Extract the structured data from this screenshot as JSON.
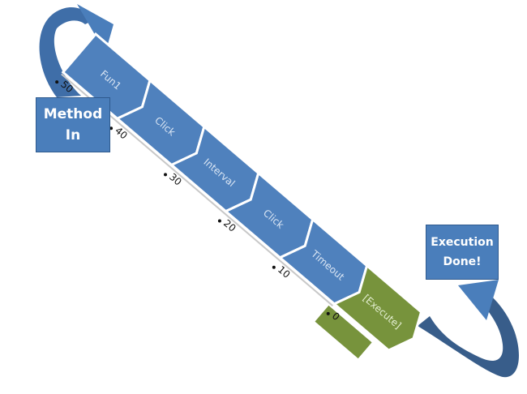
{
  "diagram": {
    "start_box": {
      "line1": "Method",
      "line2": "In"
    },
    "end_box": {
      "line1": "Execution",
      "line2": "Done!"
    },
    "segments": [
      {
        "label": "Fun1",
        "kind": "step"
      },
      {
        "label": "Click",
        "kind": "step"
      },
      {
        "label": "Interval",
        "kind": "step"
      },
      {
        "label": "Click",
        "kind": "step"
      },
      {
        "label": "Timeout",
        "kind": "step"
      },
      {
        "label": "[Execute]",
        "kind": "execute"
      }
    ],
    "ticks": [
      "50",
      "40",
      "30",
      "20",
      "10",
      "0"
    ],
    "colors": {
      "step_fill": "#4f81bd",
      "execute_fill": "#77933c",
      "arrow_fill": "#4a7ebb",
      "arrow_dark": "#385d8a",
      "box_fill": "#4a7ebb"
    }
  }
}
